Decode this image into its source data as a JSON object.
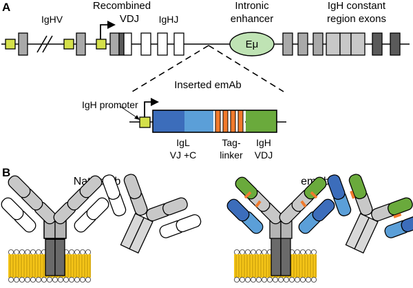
{
  "panel_a": {
    "letter": "A",
    "labels": {
      "ighv": "IgHV",
      "recombined_line1": "Recombined",
      "recombined_line2": "VDJ",
      "ighj": "IgHJ",
      "intronic_line1": "Intronic",
      "intronic_line2": "enhancer",
      "constant_line1": "IgH constant",
      "constant_line2": "region exons",
      "emu": "Eμ",
      "inserted": "Inserted emAb",
      "promoter": "IgH promoter",
      "igl_line1": "IgL",
      "igl_line2": "VJ +C",
      "tag_line1": "Tag-",
      "tag_line2": "linker",
      "igh_line1": "IgH",
      "igh_line2": "VDJ"
    }
  },
  "panel_b": {
    "letter": "B",
    "native_title": "Native Ab",
    "emab_title": "emAb"
  },
  "colors": {
    "promoter_yellow": "#d4e04a",
    "gray_light": "#c8c8c8",
    "gray_mid": "#a9a9a9",
    "gray_dark": "#5a5a5a",
    "emu_green": "#bfe3b4",
    "igl_dark_blue": "#3c6dbb",
    "igl_light_blue": "#5b9fd8",
    "tag_orange": "#f07a2d",
    "igh_green": "#6aaa3c",
    "membrane_yellow": "#f5c518"
  }
}
